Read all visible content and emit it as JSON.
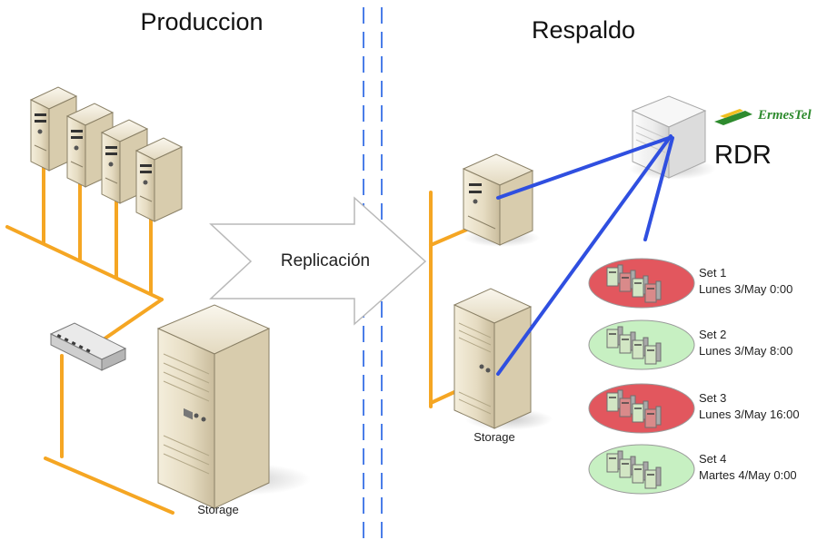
{
  "titles": {
    "production": "Produccion",
    "backup": "Respaldo"
  },
  "arrow_label": "Replicación",
  "production_storage_label": "Storage",
  "backup_storage_label": "Storage",
  "rdr": {
    "label": "RDR",
    "brand": "ErmesTel"
  },
  "sets": [
    {
      "name": "Set 1",
      "time": "Lunes 3/May 0:00",
      "state": "red"
    },
    {
      "name": "Set 2",
      "time": "Lunes 3/May 8:00",
      "state": "green"
    },
    {
      "name": "Set 3",
      "time": "Lunes 3/May 16:00",
      "state": "red"
    },
    {
      "name": "Set 4",
      "time": "Martes 4/May 0:00",
      "state": "green"
    }
  ],
  "colors": {
    "network_line": "#f5a623",
    "replication_link": "#2f4fe0",
    "divider": "#4a7de8",
    "set_red": "#e2575e",
    "set_green": "#c7f0c2",
    "server_body": "#ece3cd",
    "brand_green": "#2e8b2e"
  }
}
